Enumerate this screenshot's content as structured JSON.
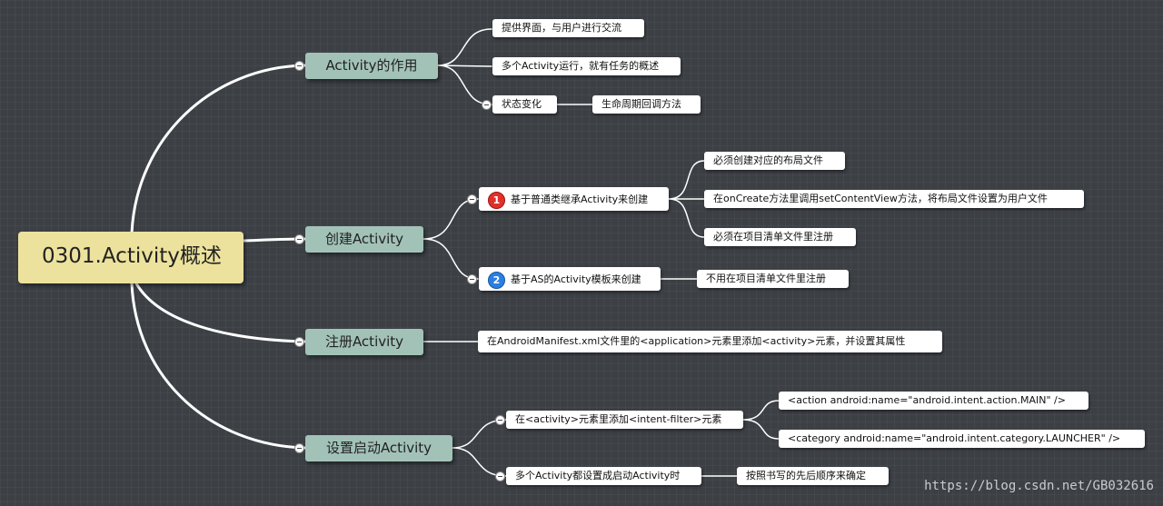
{
  "root": {
    "label": "0301.Activity概述"
  },
  "topics": [
    {
      "label": "Activity的作用",
      "children": [
        {
          "label": "提供界面，与用户进行交流"
        },
        {
          "label": "多个Activity运行，就有任务的概述"
        },
        {
          "label": "状态变化",
          "children": [
            {
              "label": "生命周期回调方法"
            }
          ]
        }
      ]
    },
    {
      "label": "创建Activity",
      "children": [
        {
          "label": "基于普通类继承Activity来创建",
          "marker": "1",
          "children": [
            {
              "label": "必须创建对应的布局文件"
            },
            {
              "label": "在onCreate方法里调用setContentView方法，将布局文件设置为用户文件"
            },
            {
              "label": "必须在项目清单文件里注册"
            }
          ]
        },
        {
          "label": "基于AS的Activity模板来创建",
          "marker": "2",
          "children": [
            {
              "label": "不用在项目清单文件里注册"
            }
          ]
        }
      ]
    },
    {
      "label": "注册Activity",
      "children": [
        {
          "label": "在AndroidManifest.xml文件里的<application>元素里添加<activity>元素，并设置其属性"
        }
      ]
    },
    {
      "label": "设置启动Activity",
      "children": [
        {
          "label": "在<activity>元素里添加<intent-filter>元素",
          "children": [
            {
              "label": "<action android:name=\"android.intent.action.MAIN\" />"
            },
            {
              "label": "<category android:name=\"android.intent.category.LAUNCHER\" />"
            }
          ]
        },
        {
          "label": "多个Activity都设置成启动Activity时",
          "children": [
            {
              "label": "按照书写的先后顺序来确定"
            }
          ]
        }
      ]
    }
  ],
  "watermark": "https://blog.csdn.net/GB032616",
  "colors": {
    "background": "#3c4045",
    "root_fill": "#ece29d",
    "topic_fill": "#a2c2b8",
    "leaf_fill": "#ffffff",
    "connector": "#ffffff",
    "marker_1": "#e0302a",
    "marker_2": "#2c7fe0"
  }
}
